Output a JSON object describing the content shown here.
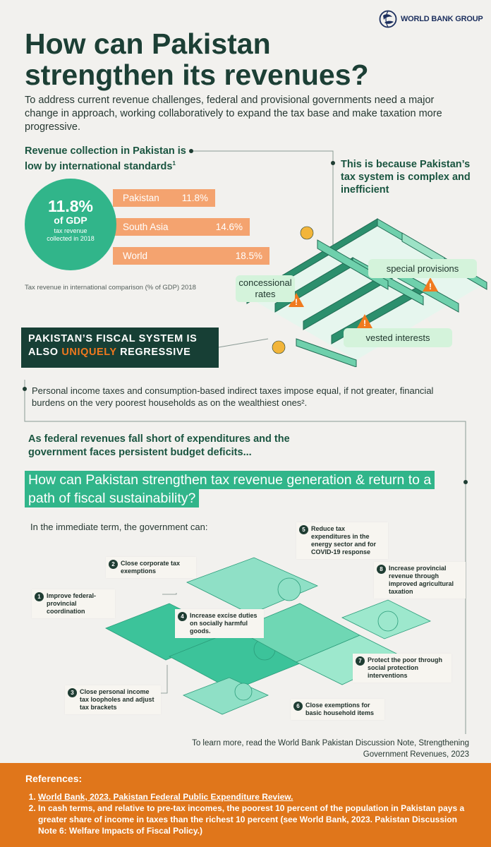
{
  "logo": {
    "text": "WORLD BANK GROUP"
  },
  "title": "How can Pakistan strengthen its revenues?",
  "intro": "To address current revenue challenges, federal and provisional governments need a major change in approach, working collaboratively to expand the tax base and make taxation more progressive.",
  "revenue": {
    "heading": "Revenue collection in Pakistan is low by international standards",
    "footnote_mark": "1",
    "circle": {
      "value": "11.8%",
      "unit": "of GDP",
      "caption": "tax revenue collected in 2018"
    },
    "bars": [
      {
        "label": "Pakistan",
        "value_text": "11.8%",
        "value": 11.8
      },
      {
        "label": "South Asia",
        "value_text": "14.6%",
        "value": 14.6
      },
      {
        "label": "World",
        "value_text": "18.5%",
        "value": 18.5
      }
    ],
    "note": "Tax revenue in international comparison (% of GDP) 2018"
  },
  "complex": {
    "heading": "This is because Pakistan’s tax system is complex and inefficient",
    "labels": {
      "concessional": "concessional rates",
      "special": "special provisions",
      "vested": "vested interests"
    }
  },
  "fiscal": {
    "line1": "PAKISTAN’S FISCAL SYSTEM IS",
    "also": "ALSO ",
    "highlight": "UNIQUELY",
    "end": " REGRESSIVE"
  },
  "personal": "Personal income taxes and consumption-based indirect taxes impose equal, if not greater, financial burdens on the very poorest households as on the wealthiest ones².",
  "deficit": "As federal revenues fall short of expenditures and the government faces persistent budget deficits...",
  "question": "How can Pakistan strengthen tax revenue generation & return to a path of fiscal sustainability?",
  "immediate": "In the immediate term, the government can:",
  "steps": [
    {
      "num": "1",
      "text": "Improve federal-provincial coordination"
    },
    {
      "num": "2",
      "text": "Close corporate tax exemptions"
    },
    {
      "num": "3",
      "text": "Close personal income tax loopholes and adjust tax brackets"
    },
    {
      "num": "4",
      "text": "Increase excise duties on socially harmful goods."
    },
    {
      "num": "5",
      "text": "Reduce tax expenditures in the energy sector and for COVID-19 response"
    },
    {
      "num": "6",
      "text": "Close exemptions for basic household items"
    },
    {
      "num": "7",
      "text": "Protect the poor through social protection interventions"
    },
    {
      "num": "8",
      "text": "Increase provincial revenue through improved agricultural taxation"
    }
  ],
  "learn_more": "To learn more, read the World Bank Pakistan Discussion Note, Strengthening Government Revenues, 2023",
  "references": {
    "heading": "References:",
    "items": [
      "World Bank, 2023. Pakistan Federal Public Expenditure Review.",
      "In cash terms, and relative to pre-tax incomes, the poorest 10 percent of the population in Pakistan pays a greater share of income in taxes than the richest 10 percent (see World Bank, 2023. Pakistan Discussion Note 6: Welfare Impacts of Fiscal Policy.)"
    ]
  },
  "colors": {
    "green": "#31b58a",
    "dark": "#173f35",
    "orange": "#e0761b",
    "bar": "#f4a36f",
    "mint": "#b7ead6"
  }
}
